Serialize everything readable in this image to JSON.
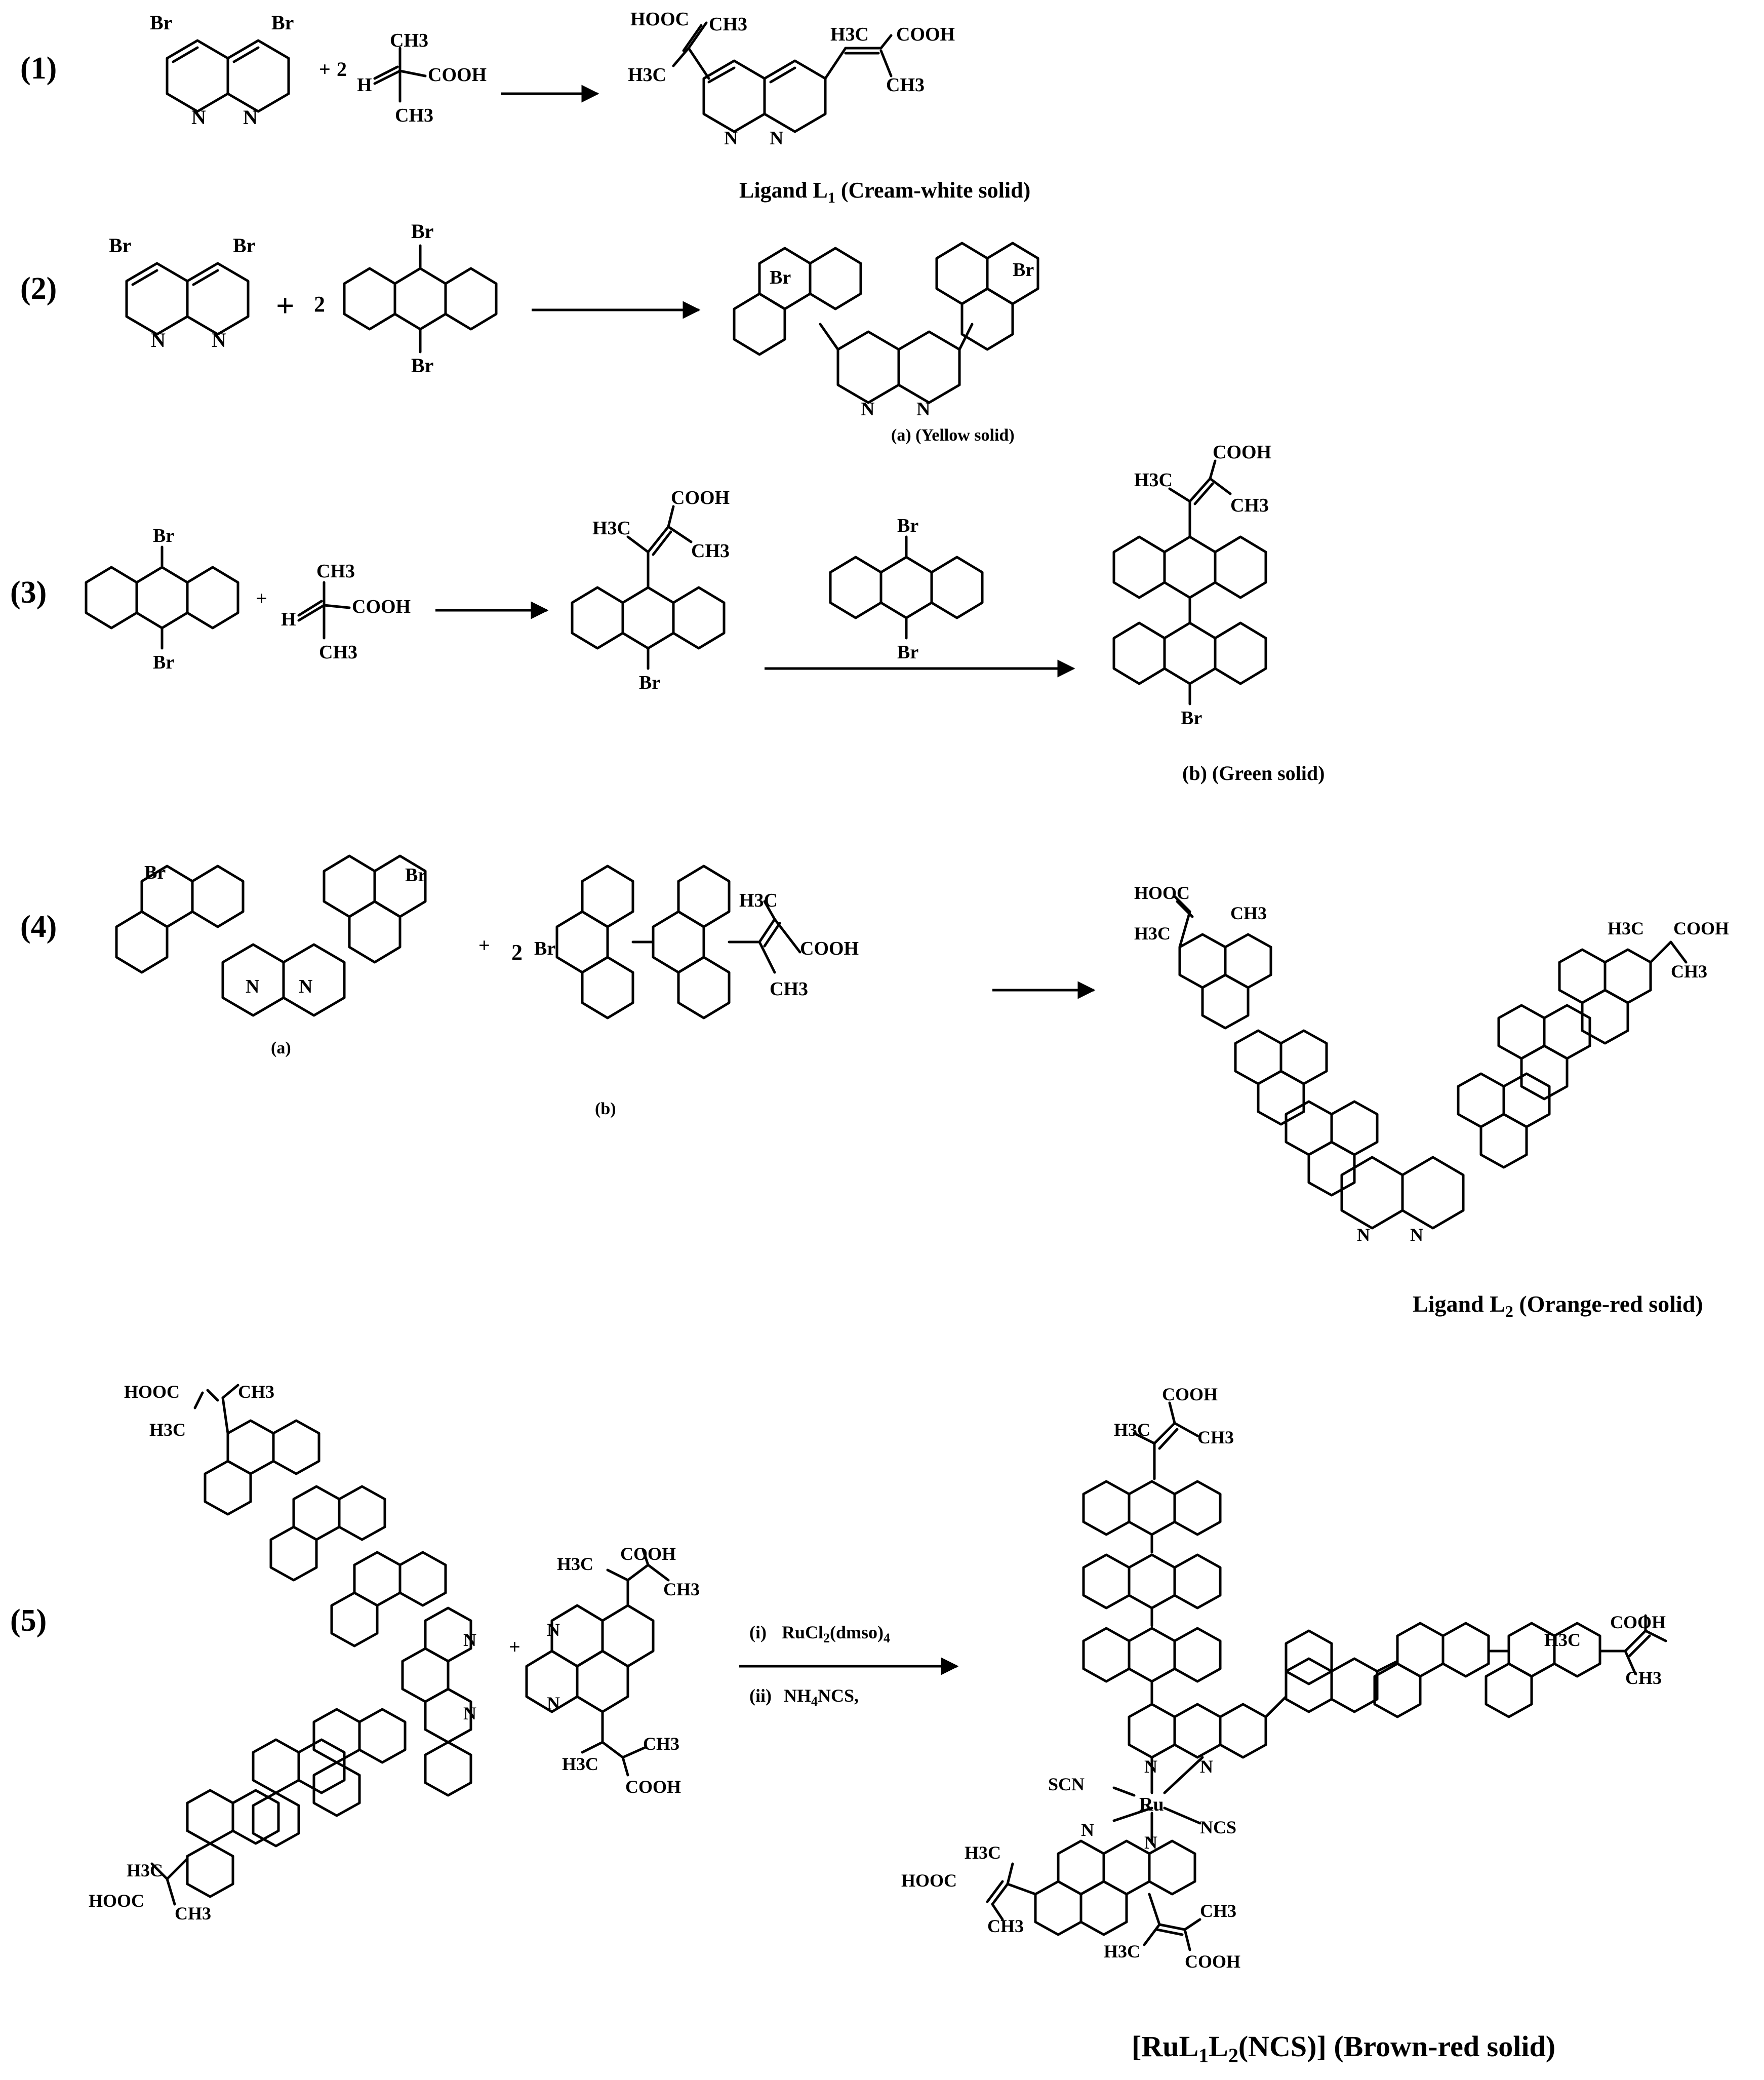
{
  "steps": {
    "s1": {
      "number": "(1)",
      "reagent_plus": "+",
      "coefficient": "2",
      "product_label_text": "Ligand L",
      "product_label_sub": "1",
      "product_label_rest": " (Cream-white solid)"
    },
    "s2": {
      "number": "(2)",
      "reagent_plus": "+",
      "coefficient": "2",
      "product_label": "(a) (Yellow solid)"
    },
    "s3": {
      "number": "(3)",
      "reagent_plus": "+",
      "product_label": "(b) (Green solid)"
    },
    "s4": {
      "number": "(4)",
      "reagent_plus": "+",
      "coefficient": "2",
      "label_a": "(a)",
      "label_b": "(b)",
      "product_label_text": "Ligand L",
      "product_label_sub": "2",
      "product_label_rest": " (Orange-red solid)"
    },
    "s5": {
      "number": "(5)",
      "reagent_plus": "+",
      "condition_1_prefix": "(i)",
      "condition_1_text": "RuCl",
      "condition_1_sub": "2",
      "condition_1_rest": "(dmso)",
      "condition_1_sub2": "4",
      "condition_2_prefix": "(ii)",
      "condition_2_text": "NH",
      "condition_2_sub": "4",
      "condition_2_rest": "NCS,",
      "product_label_1": "[RuL",
      "product_label_sub1": "1",
      "product_label_2": "L",
      "product_label_sub2": "2",
      "product_label_3": "(NCS)] (Brown-red solid)"
    }
  },
  "atoms": {
    "br": "Br",
    "n": "N",
    "h": "H",
    "cooh": "COOH",
    "hooc": "HOOC",
    "ch3": "CH3",
    "h3c": "H3C",
    "ru": "Ru",
    "scn": "SCN",
    "ncs": "NCS"
  }
}
